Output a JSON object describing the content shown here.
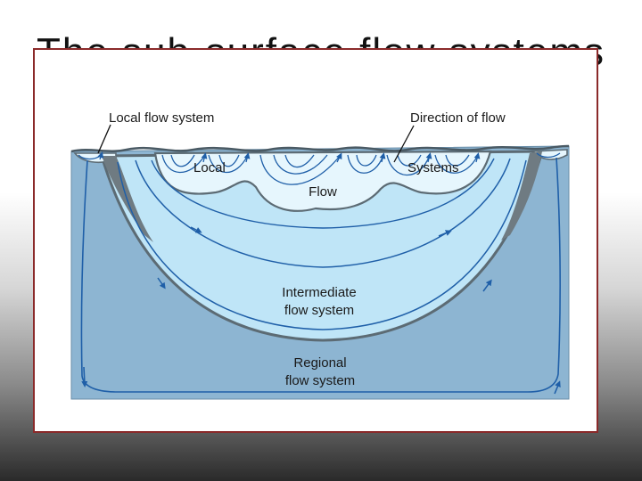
{
  "slide": {
    "title": "The sub-surface flow systems"
  },
  "diagram": {
    "labels": {
      "local_flow_system": "Local flow system",
      "direction_of_flow": "Direction of flow",
      "local": "Local",
      "flow": "Flow",
      "systems": "Systems",
      "intermediate_line1": "Intermediate",
      "intermediate_line2": "flow system",
      "regional_line1": "Regional",
      "regional_line2": "flow system"
    },
    "colors": {
      "regional_zone": "#8db5d2",
      "intermediate_zone": "#bfe5f7",
      "local_zone": "#e6f6fd",
      "boundary": "#5c6b74",
      "flow_line": "#1f5fa8",
      "frame_border": "#8b2a2a"
    }
  }
}
